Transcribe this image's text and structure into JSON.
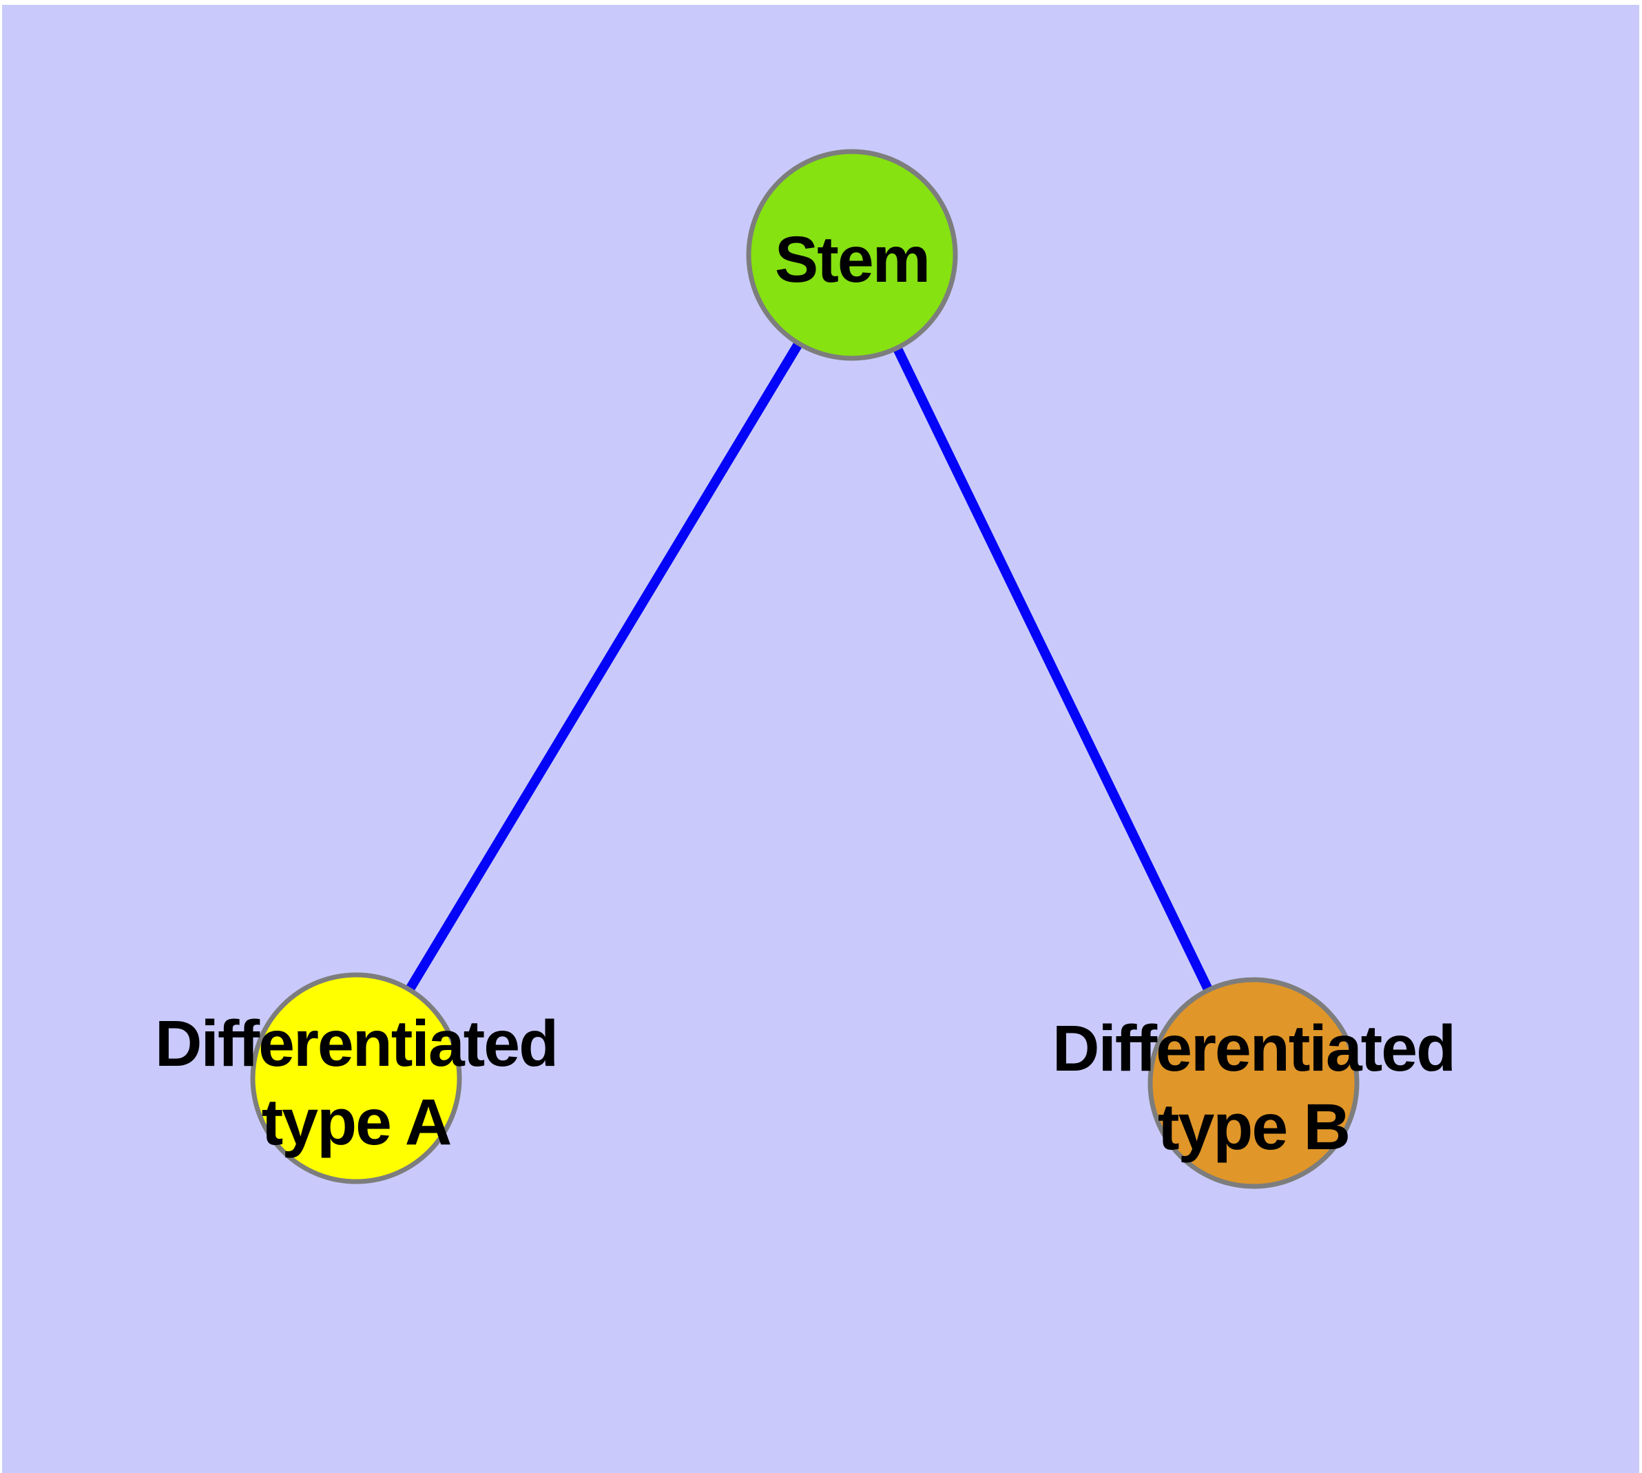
{
  "diagram": {
    "type": "node-link-graph",
    "background_color": "#C9CAFB",
    "margin_color": "#FFFFFF",
    "edge_color": "#0404F8",
    "node_border_color": "#7D7D7D",
    "label_color": "#000000",
    "nodes": [
      {
        "id": "stem",
        "label": "Stem",
        "fill": "#86E211"
      },
      {
        "id": "type-a",
        "label": "Differentiated\ntype A",
        "fill": "#FFFF00"
      },
      {
        "id": "type-b",
        "label": "Differentiated\ntype B",
        "fill": "#E09628"
      }
    ],
    "edges": [
      {
        "from": "stem",
        "to": "type-a"
      },
      {
        "from": "stem",
        "to": "type-b"
      }
    ]
  }
}
